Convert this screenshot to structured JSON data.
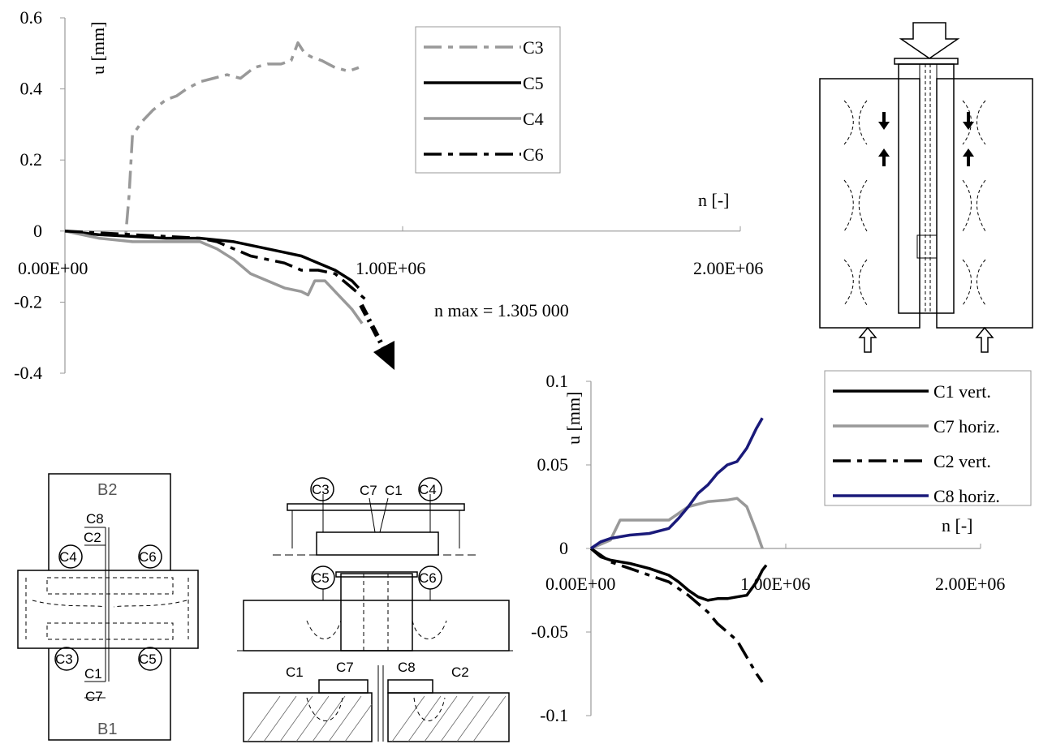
{
  "chart_data": [
    {
      "type": "line",
      "ylabel": "u [mm]",
      "xlabel": "n [-]",
      "ylim": [
        -0.4,
        0.6
      ],
      "xlim": [
        0,
        2000000
      ],
      "yticks": [
        "0.6",
        "0.4",
        "0.2",
        "0",
        "-0.2",
        "-0.4"
      ],
      "xticks": [
        "0.00E+00",
        "1.00E+06",
        "2.00E+06"
      ],
      "legend_position": "top-center",
      "annotation": "n max = 1.305 000",
      "series": [
        {
          "name": "C3",
          "color": "#999999",
          "dash": "dash-dot",
          "x": [
            0,
            100000,
            180000,
            190000,
            200000,
            230000,
            260000,
            300000,
            330000,
            360000,
            400000,
            440000,
            480000,
            520000,
            560000,
            600000,
            640000,
            670000,
            690000,
            710000,
            730000,
            760000,
            800000,
            840000,
            870000
          ],
          "y": [
            0,
            -0.01,
            -0.01,
            0.1,
            0.27,
            0.31,
            0.34,
            0.37,
            0.38,
            0.4,
            0.42,
            0.43,
            0.44,
            0.43,
            0.46,
            0.47,
            0.47,
            0.48,
            0.53,
            0.5,
            0.49,
            0.48,
            0.46,
            0.45,
            0.46
          ]
        },
        {
          "name": "C5",
          "color": "#000000",
          "dash": "solid",
          "x": [
            0,
            100000,
            200000,
            300000,
            400000,
            450000,
            500000,
            550000,
            600000,
            650000,
            700000,
            750000,
            800000,
            850000,
            870000
          ],
          "y": [
            0,
            -0.01,
            -0.015,
            -0.02,
            -0.02,
            -0.025,
            -0.03,
            -0.04,
            -0.05,
            -0.06,
            -0.07,
            -0.09,
            -0.11,
            -0.14,
            -0.16
          ]
        },
        {
          "name": "C4",
          "color": "#999999",
          "dash": "solid",
          "x": [
            0,
            100000,
            200000,
            300000,
            400000,
            450000,
            500000,
            550000,
            600000,
            650000,
            700000,
            720000,
            740000,
            770000,
            800000,
            850000,
            880000
          ],
          "y": [
            0,
            -0.02,
            -0.03,
            -0.03,
            -0.03,
            -0.05,
            -0.08,
            -0.12,
            -0.14,
            -0.16,
            -0.17,
            -0.18,
            -0.14,
            -0.14,
            -0.17,
            -0.22,
            -0.26
          ]
        },
        {
          "name": "C6",
          "color": "#000000",
          "dash": "dash-dot",
          "x": [
            0,
            100000,
            200000,
            300000,
            400000,
            450000,
            500000,
            550000,
            600000,
            650000,
            700000,
            750000,
            800000,
            850000,
            900000
          ],
          "y": [
            0,
            -0.005,
            -0.01,
            -0.015,
            -0.02,
            -0.03,
            -0.05,
            -0.07,
            -0.08,
            -0.09,
            -0.11,
            -0.11,
            -0.12,
            -0.16,
            -0.2
          ]
        }
      ]
    },
    {
      "type": "line",
      "ylabel": "u [mm]",
      "xlabel": "n [-]",
      "ylim": [
        -0.1,
        0.1
      ],
      "xlim": [
        0,
        2000000
      ],
      "yticks": [
        "0.1",
        "0.05",
        "0",
        "-0.05",
        "-0.1"
      ],
      "xticks": [
        "0.00E+00",
        "1.00E+06",
        "2.00E+06"
      ],
      "legend_position": "top-right",
      "series": [
        {
          "name": "C1 vert.",
          "color": "#000000",
          "dash": "solid",
          "x": [
            0,
            50000,
            100000,
            200000,
            300000,
            400000,
            450000,
            500000,
            550000,
            600000,
            650000,
            700000,
            750000,
            800000,
            850000,
            880000,
            900000
          ],
          "y": [
            0,
            -0.005,
            -0.007,
            -0.009,
            -0.012,
            -0.016,
            -0.02,
            -0.025,
            -0.029,
            -0.031,
            -0.03,
            -0.03,
            -0.029,
            -0.028,
            -0.02,
            -0.013,
            -0.01
          ]
        },
        {
          "name": "C7 horiz.",
          "color": "#999999",
          "dash": "solid",
          "x": [
            0,
            100000,
            150000,
            250000,
            400000,
            500000,
            600000,
            700000,
            750000,
            800000,
            850000,
            880000
          ],
          "y": [
            0,
            0.005,
            0.017,
            0.017,
            0.017,
            0.025,
            0.028,
            0.029,
            0.03,
            0.025,
            0.01,
            0
          ]
        },
        {
          "name": "C2 vert.",
          "color": "#000000",
          "dash": "dash-dot",
          "x": [
            0,
            100000,
            200000,
            300000,
            400000,
            500000,
            550000,
            600000,
            650000,
            700000,
            750000,
            800000,
            850000,
            880000
          ],
          "y": [
            0,
            -0.008,
            -0.012,
            -0.016,
            -0.02,
            -0.028,
            -0.033,
            -0.038,
            -0.045,
            -0.05,
            -0.055,
            -0.065,
            -0.075,
            -0.08
          ]
        },
        {
          "name": "C8 horiz.",
          "color": "#1a1a7a",
          "dash": "solid",
          "x": [
            0,
            50000,
            100000,
            200000,
            300000,
            400000,
            450000,
            500000,
            550000,
            600000,
            650000,
            700000,
            750000,
            800000,
            850000,
            880000
          ],
          "y": [
            0,
            0.004,
            0.006,
            0.008,
            0.009,
            0.012,
            0.018,
            0.025,
            0.033,
            0.038,
            0.045,
            0.05,
            0.052,
            0.06,
            0.072,
            0.078
          ]
        }
      ]
    }
  ],
  "schematics": {
    "plan": {
      "top_label": "B2",
      "bottom_label": "B1",
      "gauges_top": [
        "C4",
        "C6"
      ],
      "gauges_bottom": [
        "C3",
        "C5"
      ],
      "ends_top": [
        "C8",
        "C2"
      ],
      "ends_bottom": [
        "C1",
        "C7"
      ]
    },
    "elevation_top": {
      "gauges": [
        "C3",
        "C7",
        "C1",
        "C4"
      ]
    },
    "elevation_mid": {
      "gauges": [
        "C5",
        "C6"
      ]
    },
    "elevation_bottom": {
      "gauges": [
        "C1",
        "C7",
        "C8",
        "C2"
      ]
    }
  }
}
